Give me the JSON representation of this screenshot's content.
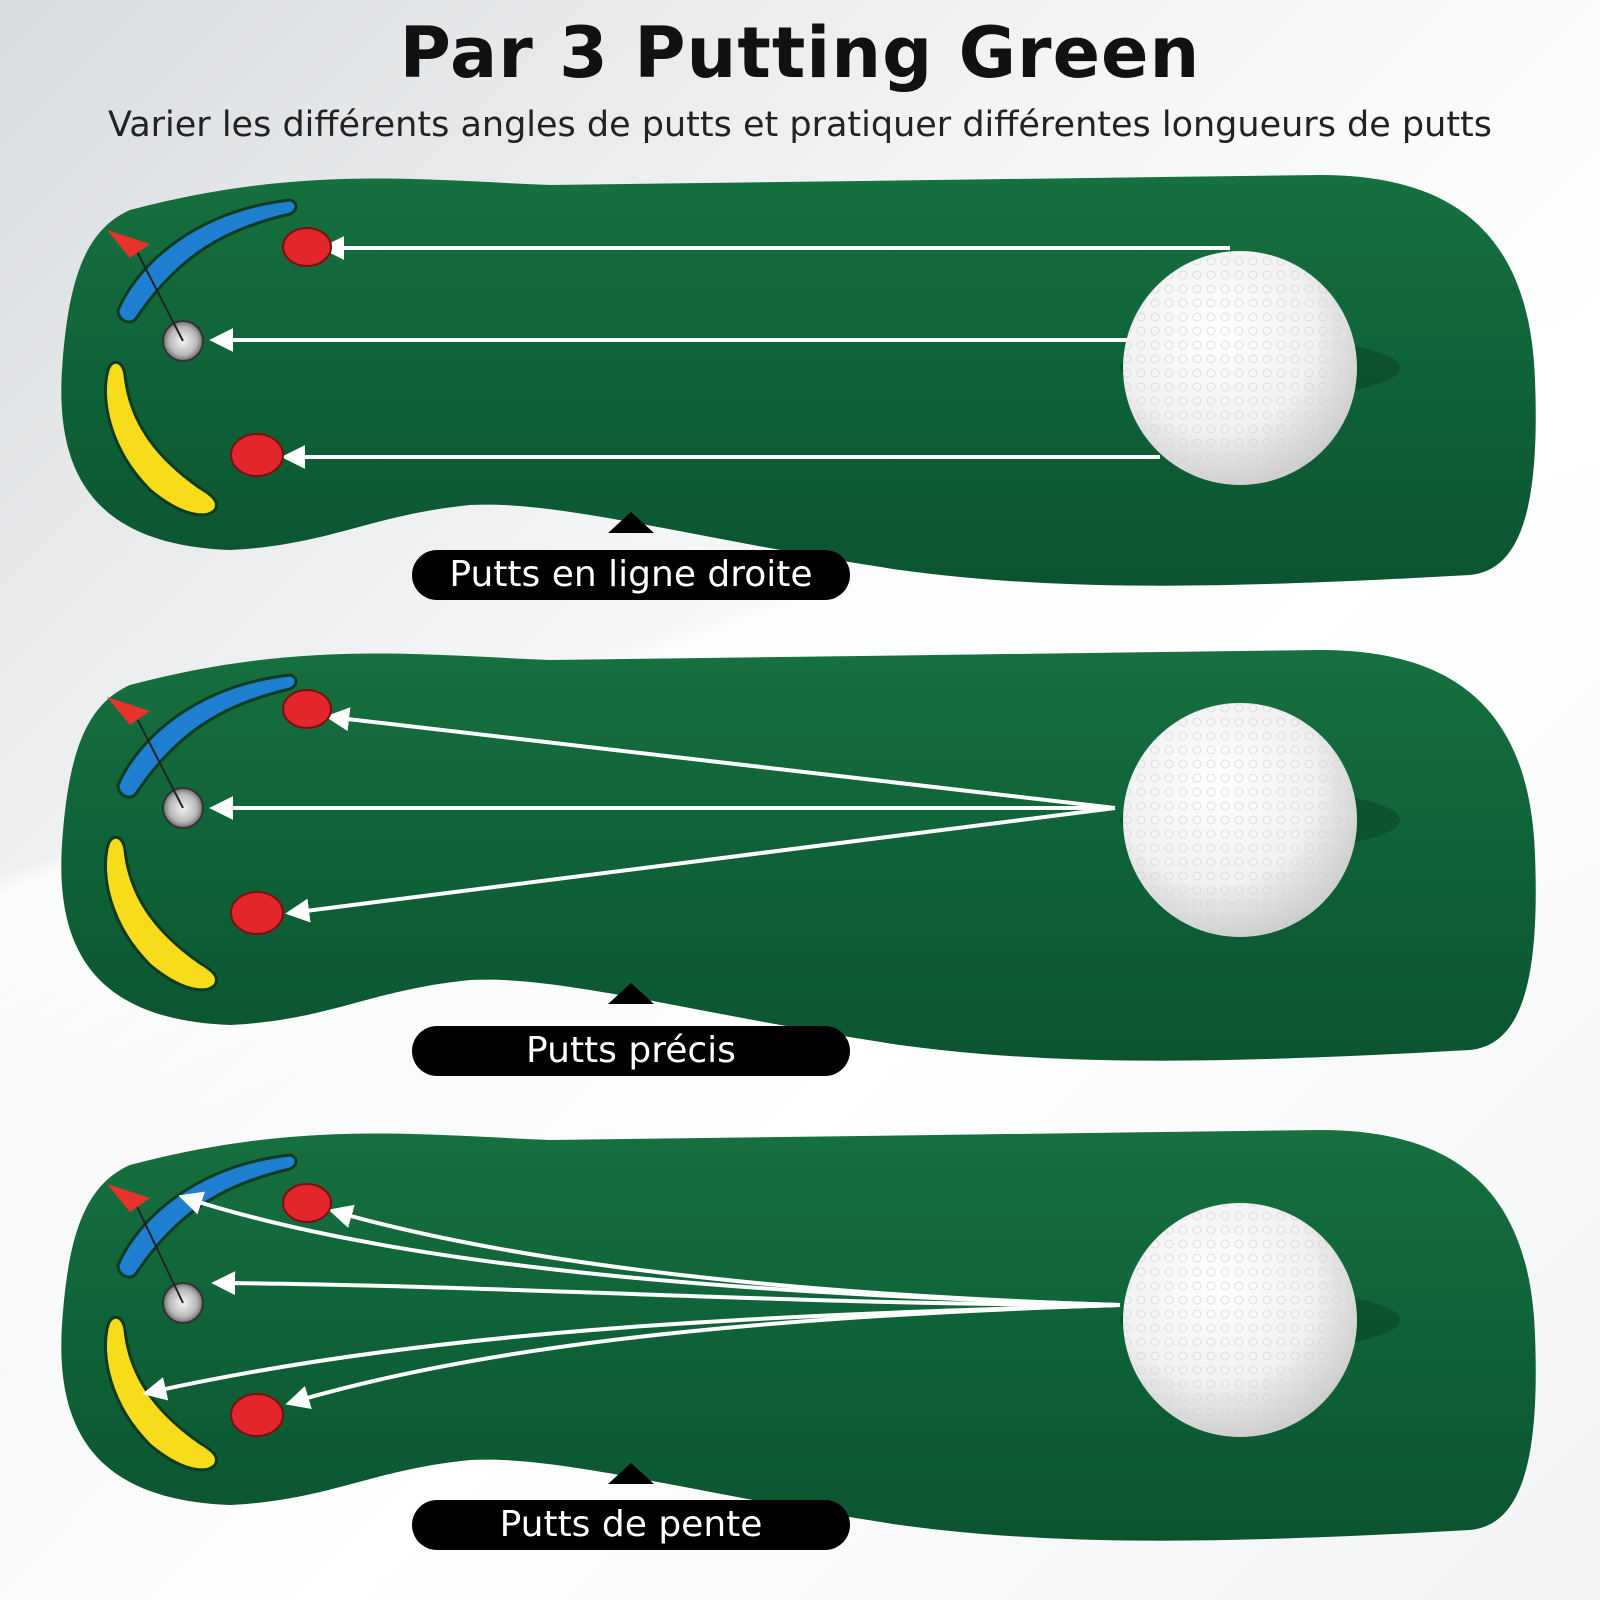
{
  "header": {
    "title": "Par 3 Putting Green",
    "subtitle": "Varier les différents angles de putts et pratiquer différentes longueurs de putts"
  },
  "panels": [
    {
      "label": "Putts en ligne droite"
    },
    {
      "label": "Putts précis"
    },
    {
      "label": "Putts de pente"
    }
  ],
  "colors": {
    "mat": "#0f6238",
    "blue_bumper": "#1f7fd1",
    "yellow_bumper": "#f6dc1a",
    "target": "#e3262c",
    "flag": "#e6342c",
    "label_bg": "#000000"
  },
  "icons": [
    "golf-ball-icon",
    "flag-icon",
    "cup-hole-icon",
    "target-dot-icon",
    "triangle-up-icon"
  ]
}
